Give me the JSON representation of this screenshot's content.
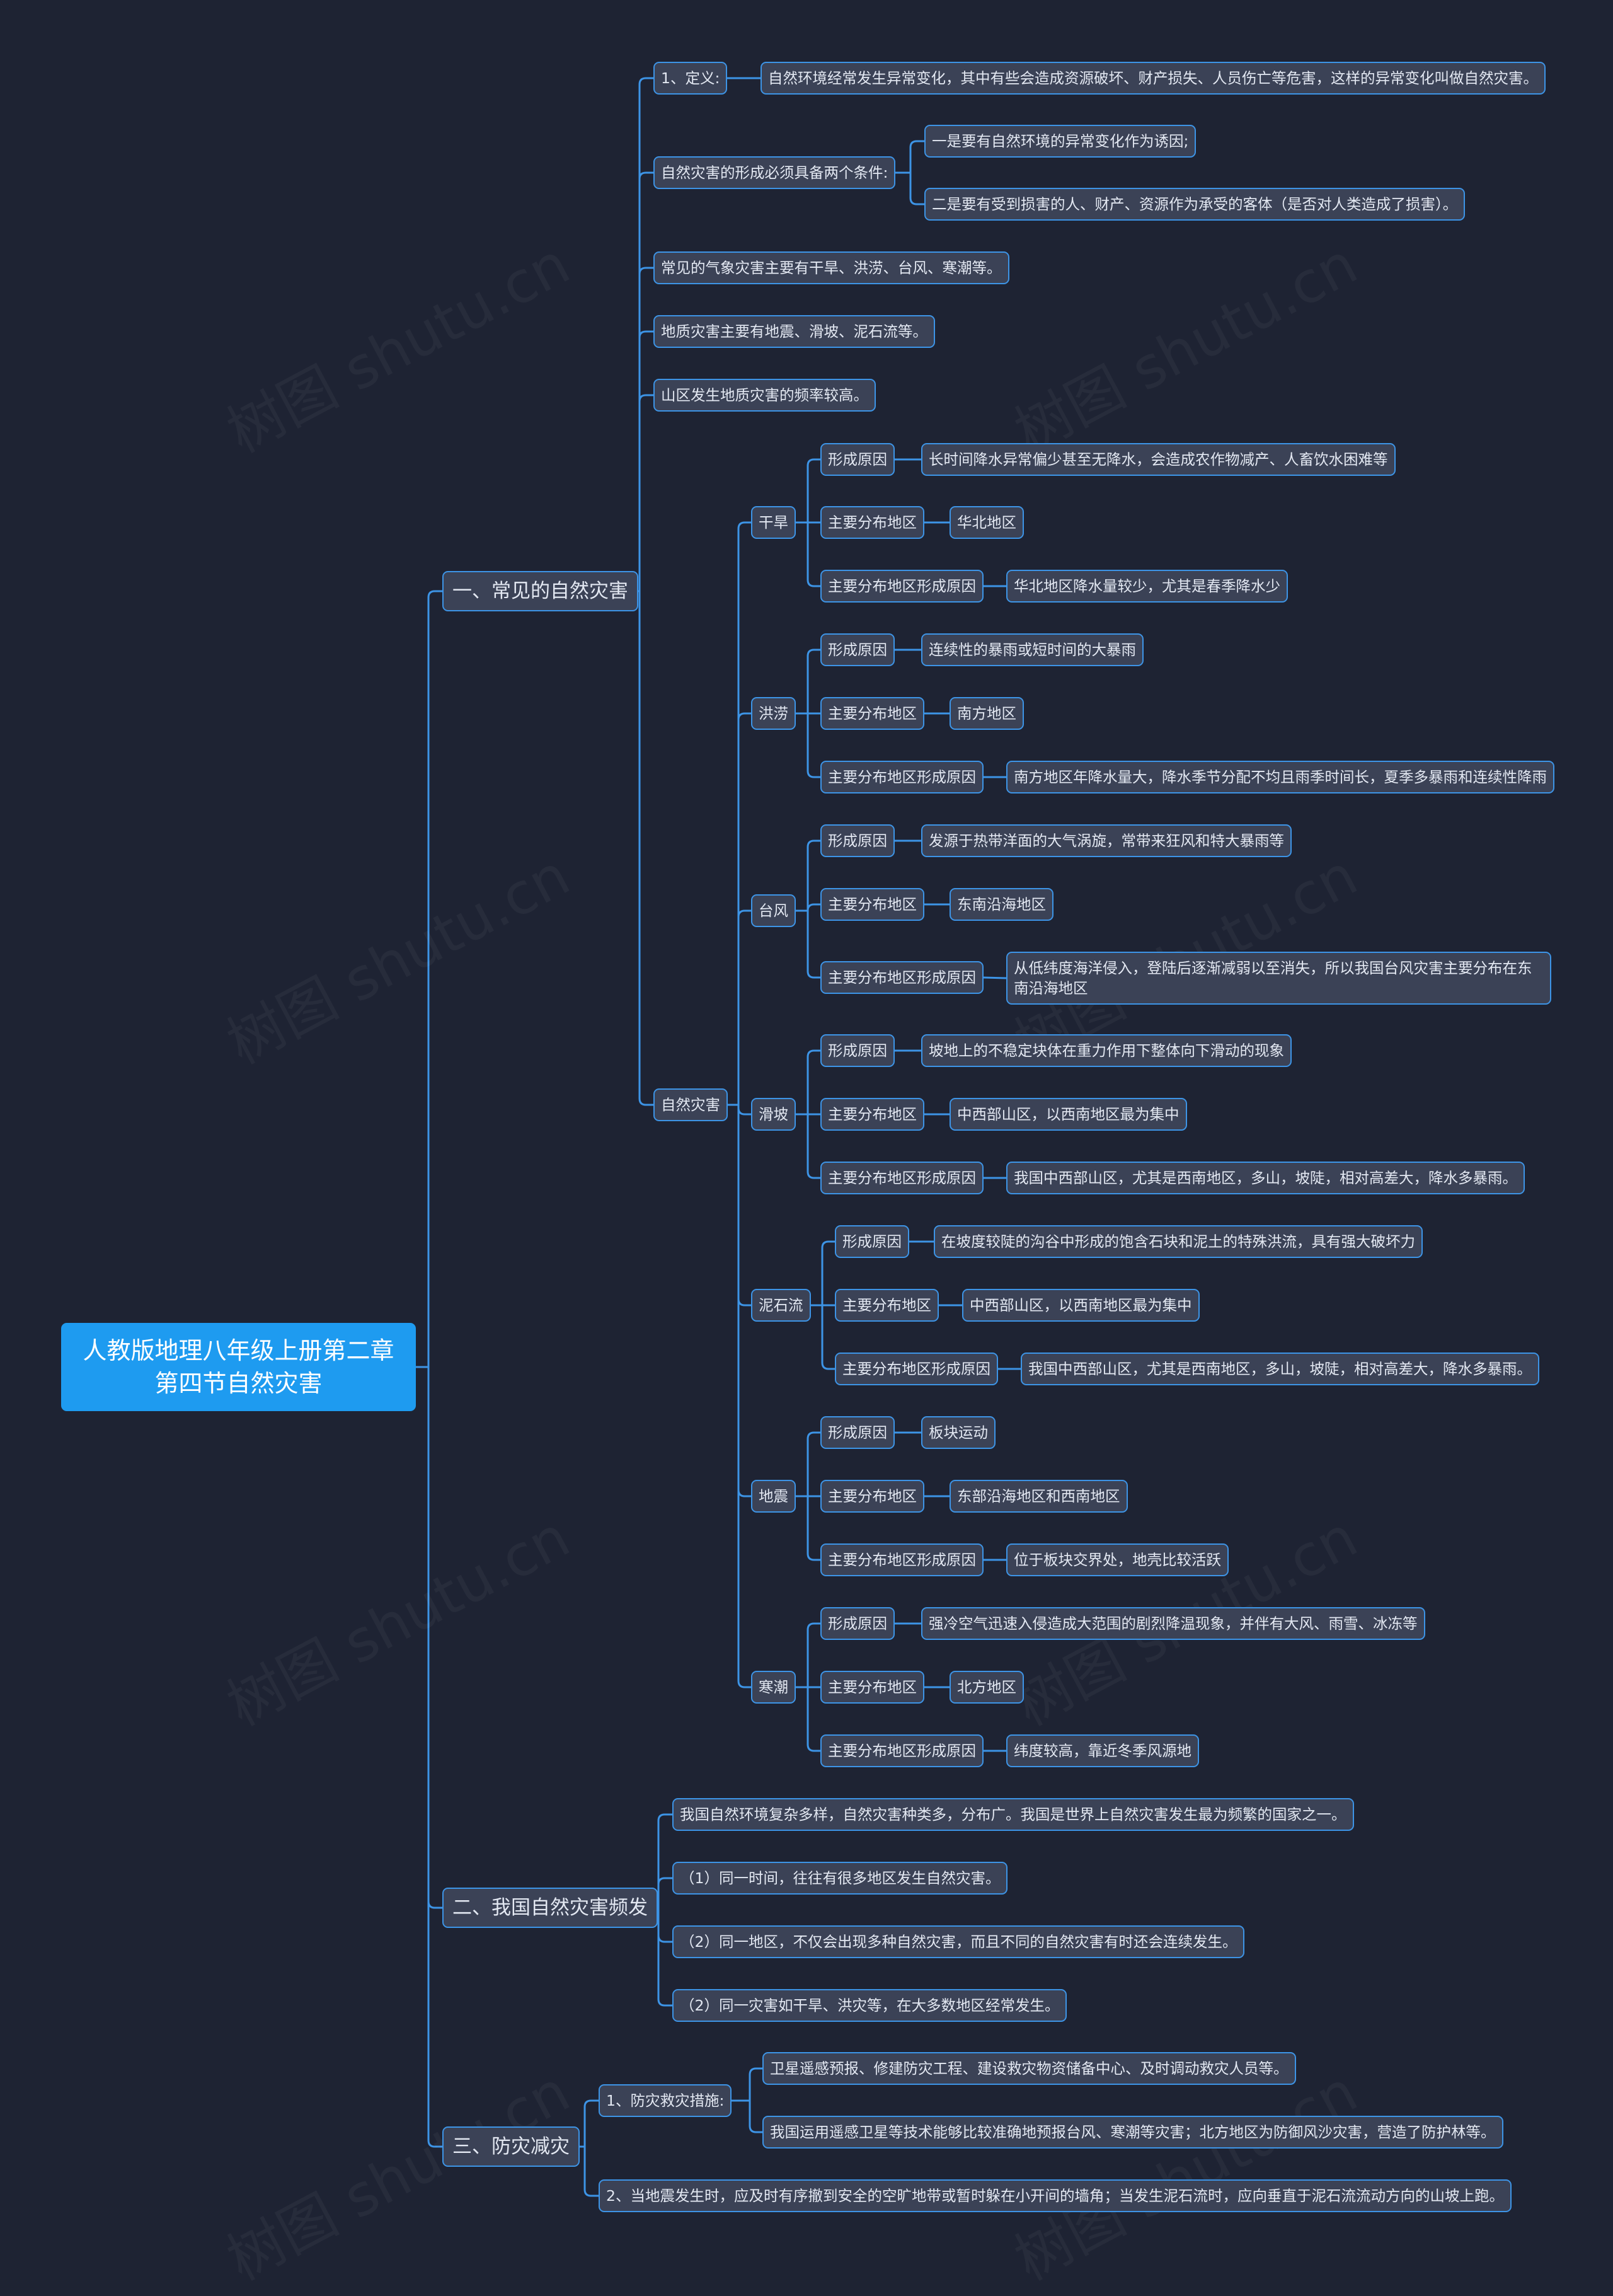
{
  "root": "人教版地理八年级上册第二章第四节自然灾害",
  "watermark": "树图 shutu.cn",
  "s1": {
    "title": "一、常见的自然灾害",
    "def_label": "1、定义:",
    "def_text": "自然环境经常发生异常变化，其中有些会造成资源破坏、财产损失、人员伤亡等危害，这样的异常变化叫做自然灾害。",
    "cond_label": "自然灾害的形成必须具备两个条件:",
    "cond1": "一是要有自然环境的异常变化作为诱因;",
    "cond2": "二是要有受到损害的人、财产、资源作为承受的客体（是否对人类造成了损害）。",
    "weather": "常见的气象灾害主要有干旱、洪涝、台风、寒潮等。",
    "geo": "地质灾害主要有地震、滑坡、泥石流等。",
    "mountain": "山区发生地质灾害的频率较高。",
    "disaster_label": "自然灾害",
    "k_cause": "形成原因",
    "k_area": "主要分布地区",
    "k_area_cause": "主要分布地区形成原因",
    "drought": {
      "name": "干旱",
      "cause": "长时间降水异常偏少甚至无降水，会造成农作物减产、人畜饮水困难等",
      "area": "华北地区",
      "area_cause": "华北地区降水量较少，尤其是春季降水少"
    },
    "flood": {
      "name": "洪涝",
      "cause": "连续性的暴雨或短时间的大暴雨",
      "area": "南方地区",
      "area_cause": "南方地区年降水量大，降水季节分配不均且雨季时间长，夏季多暴雨和连续性降雨"
    },
    "typhoon": {
      "name": "台风",
      "cause": "发源于热带洋面的大气涡旋，常带来狂风和特大暴雨等",
      "area": "东南沿海地区",
      "area_cause": "从低纬度海洋侵入，登陆后逐渐减弱以至消失，所以我国台风灾害主要分布在东南沿海地区"
    },
    "landslide": {
      "name": "滑坡",
      "cause": "坡地上的不稳定块体在重力作用下整体向下滑动的现象",
      "area": "中西部山区，以西南地区最为集中",
      "area_cause": "我国中西部山区，尤其是西南地区，多山，坡陡，相对高差大，降水多暴雨。"
    },
    "debris": {
      "name": "泥石流",
      "cause": "在坡度较陡的沟谷中形成的饱含石块和泥土的特殊洪流，具有强大破坏力",
      "area": "中西部山区，以西南地区最为集中",
      "area_cause": "我国中西部山区，尤其是西南地区，多山，坡陡，相对高差大，降水多暴雨。"
    },
    "quake": {
      "name": "地震",
      "cause": "板块运动",
      "area": "东部沿海地区和西南地区",
      "area_cause": "位于板块交界处，地壳比较活跃"
    },
    "cold": {
      "name": "寒潮",
      "cause": "强冷空气迅速入侵造成大范围的剧烈降温现象，并伴有大风、雨雪、冰冻等",
      "area": "北方地区",
      "area_cause": "纬度较高，靠近冬季风源地"
    }
  },
  "s2": {
    "title": "二、我国自然灾害频发",
    "i1": "我国自然环境复杂多样，自然灾害种类多，分布广。我国是世界上自然灾害发生最为频繁的国家之一。",
    "i2": "（1）同一时间，往往有很多地区发生自然灾害。",
    "i3": "（2）同一地区，不仅会出现多种自然灾害，而且不同的自然灾害有时还会连续发生。",
    "i4": "（2）同一灾害如干旱、洪灾等，在大多数地区经常发生。"
  },
  "s3": {
    "title": "三、防灾减灾",
    "m_label": "1、防灾救灾措施:",
    "m1": "卫星遥感预报、修建防灾工程、建设救灾物资储备中心、及时调动救灾人员等。",
    "m2": "我国运用遥感卫星等技术能够比较准确地预报台风、寒潮等灾害；北方地区为防御风沙灾害，营造了防护林等。",
    "quake_tip": "2、当地震发生时，应及时有序撤到安全的空旷地带或暂时躲在小开间的墙角；当发生泥石流时，应向垂直于泥石流流动方向的山坡上跑。"
  }
}
